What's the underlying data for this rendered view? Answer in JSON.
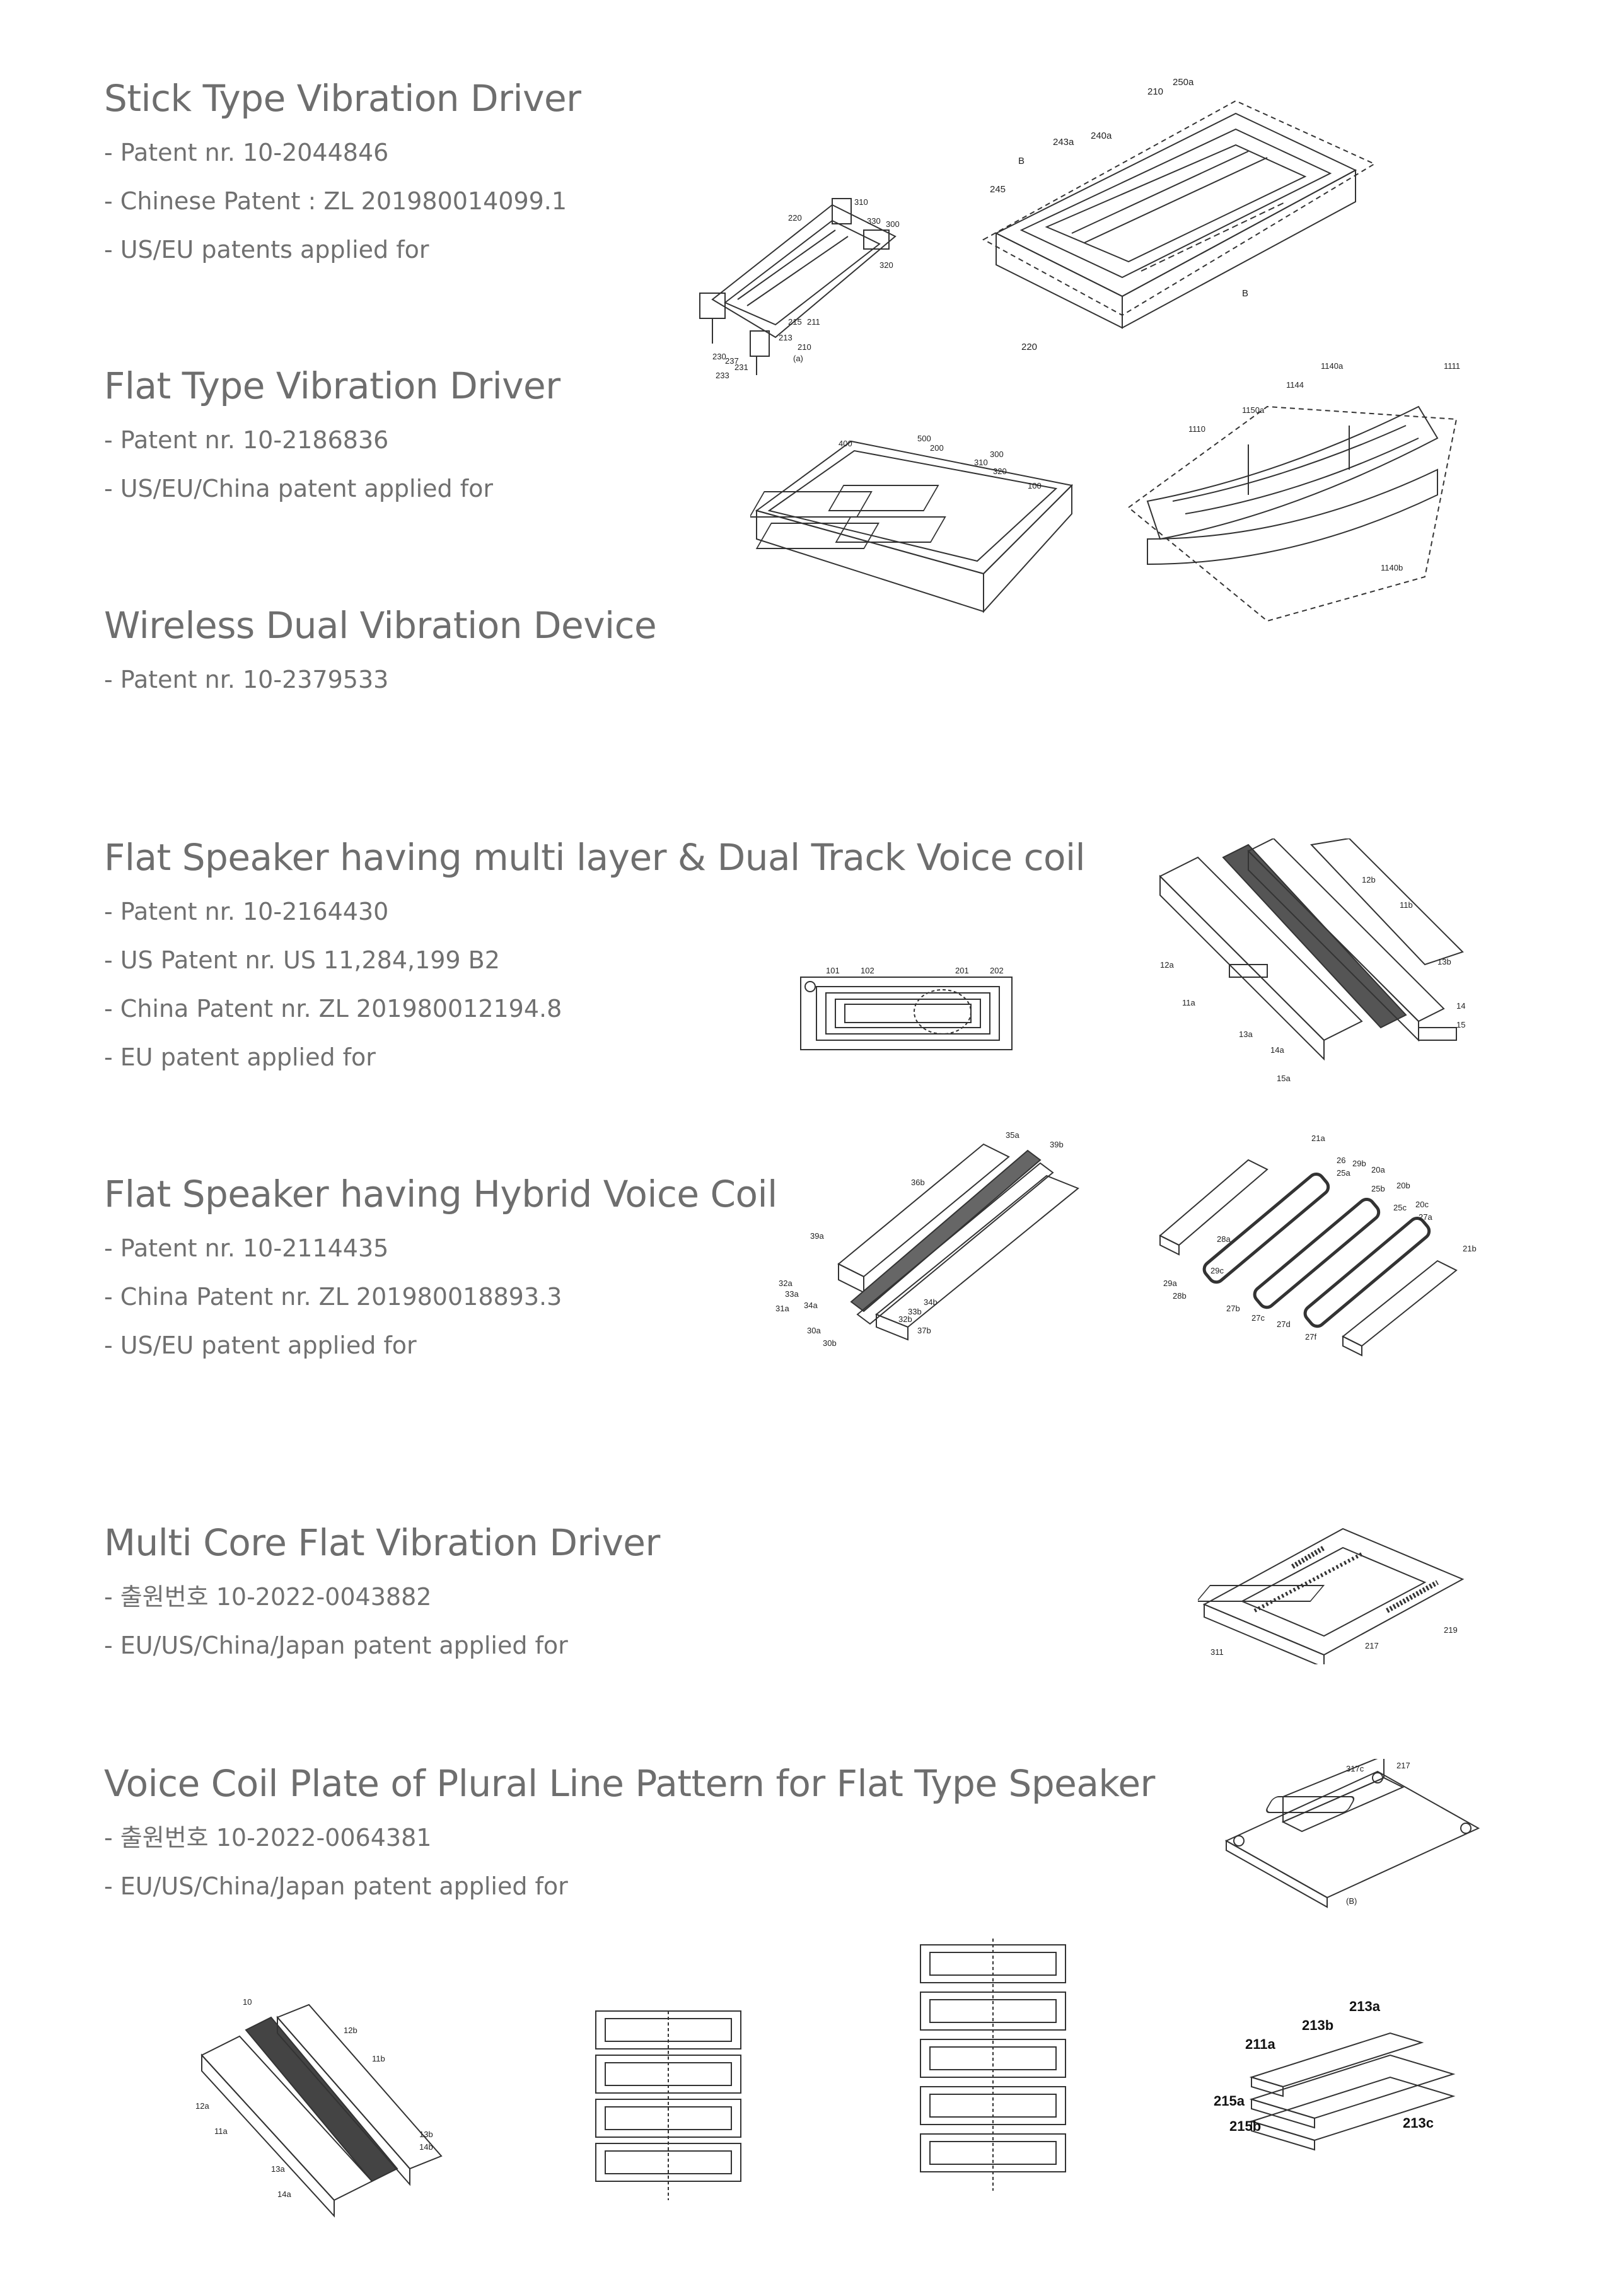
{
  "sections": [
    {
      "title": "Stick Type Vibration Driver",
      "lines": [
        "- Patent nr. 10-2044846",
        "- Chinese Patent : ZL 201980014099.1",
        "- US/EU patents applied for"
      ]
    },
    {
      "title": "Flat Type Vibration Driver",
      "lines": [
        "- Patent nr. 10-2186836",
        "- US/EU/China patent applied for"
      ]
    },
    {
      "title": "Wireless Dual Vibration Device",
      "lines": [
        "- Patent nr. 10-2379533"
      ]
    },
    {
      "title": "Flat Speaker having multi layer & Dual Track Voice coil",
      "lines": [
        "- Patent nr. 10-2164430",
        "- US Patent nr. US 11,284,199 B2",
        "- China Patent nr. ZL 201980012194.8",
        "- EU patent applied for"
      ]
    },
    {
      "title": "Flat Speaker having Hybrid Voice Coil",
      "lines": [
        "- Patent nr. 10-2114435",
        "- China Patent nr. ZL 201980018893.3",
        "- US/EU patent applied for"
      ]
    },
    {
      "title": "Multi Core Flat Vibration Driver",
      "lines": [
        "- 출원번호 10-2022-0043882",
        "- EU/US/China/Japan patent applied for"
      ]
    },
    {
      "title": "Voice Coil Plate of Plural Line Pattern for Flat Type Speaker",
      "lines": [
        "- 출원번호 10-2022-0064381",
        "- EU/US/China/Japan patent applied for"
      ]
    }
  ],
  "figure_labels": {
    "stick_small": [
      "310",
      "220",
      "330",
      "300",
      "320",
      "215",
      "211",
      "213",
      "210",
      "230",
      "237",
      "231",
      "233",
      "(a)"
    ],
    "stick_large": [
      "210",
      "250a",
      "243a",
      "240a",
      "B",
      "245",
      "220",
      "B"
    ],
    "flat_box": [
      "400",
      "500",
      "200",
      "300",
      "310",
      "320",
      "100"
    ],
    "flat_arc": [
      "1111",
      "1140a",
      "1144",
      "1150a",
      "1110",
      "1140b"
    ],
    "coil_plan": [
      "101",
      "102",
      "201",
      "202"
    ],
    "multilayer": [
      "12b",
      "11b",
      "12a",
      "13b",
      "11a",
      "13a",
      "14a",
      "15a",
      "14",
      "15"
    ],
    "hybrid_a": [
      "35a",
      "39b",
      "36b",
      "39a",
      "32a",
      "33a",
      "31a",
      "34a",
      "30a",
      "30b",
      "33b",
      "34b",
      "32b",
      "37b"
    ],
    "hybrid_b": [
      "21a",
      "26",
      "29b",
      "25a",
      "20a",
      "20b",
      "25b",
      "20c",
      "27a",
      "25c",
      "21b",
      "29a",
      "28a",
      "27b",
      "27c",
      "27d",
      "27f",
      "28b",
      "29c"
    ],
    "multicore": [
      "311",
      "217",
      "219"
    ],
    "plate": [
      "317c",
      "217",
      "(B)"
    ],
    "bottom_1": [
      "10",
      "12b",
      "11b",
      "12a",
      "11a",
      "13a",
      "14a",
      "13b",
      "14b"
    ],
    "bottom_4": [
      "213a",
      "211a",
      "213b",
      "215a",
      "215b",
      "213c"
    ]
  },
  "colors": {
    "title": "#6e6e6e",
    "text": "#707070",
    "line_art": "#333333"
  }
}
